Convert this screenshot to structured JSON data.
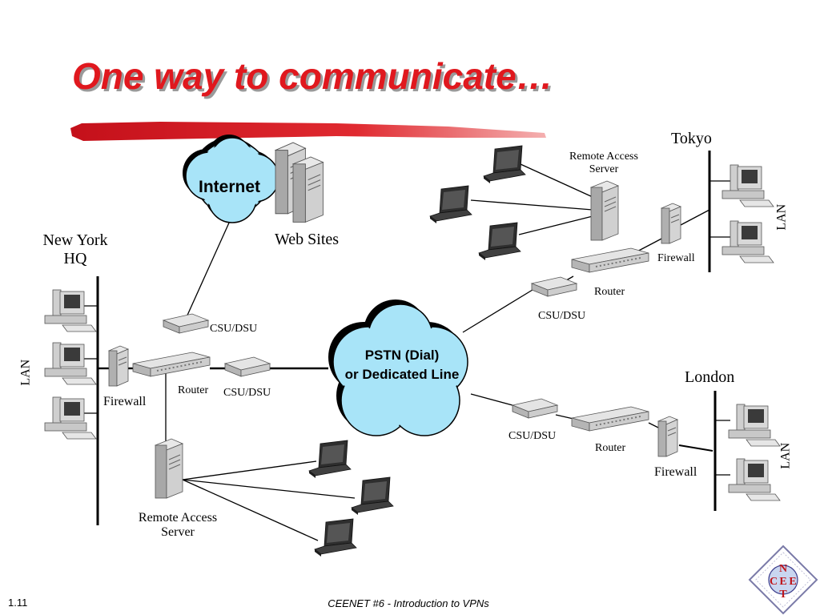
{
  "slide": {
    "title": "One way to communicate…",
    "page_number": "1.11",
    "footer": "CEENET #6 - Introduction to VPNs",
    "logo_letters": [
      "N",
      "C",
      "E",
      "E",
      "T"
    ]
  },
  "colors": {
    "title": "#e0181e",
    "cloud_fill": "#a8e4f8",
    "device_gray": "#bdbdbd"
  },
  "clouds": {
    "internet": "Internet",
    "pstn_line1": "PSTN (Dial)",
    "pstn_line2": "or Dedicated Line"
  },
  "sites": {
    "newyork": {
      "name_line1": "New York",
      "name_line2": "HQ",
      "lan": "LAN",
      "firewall": "Firewall",
      "router": "Router",
      "csu_upper": "CSU/DSU",
      "csu_lower": "CSU/DSU",
      "ras_line1": "Remote Access",
      "ras_line2": "Server"
    },
    "web": {
      "label": "Web Sites"
    },
    "tokyo": {
      "name": "Tokyo",
      "lan": "LAN",
      "firewall": "Firewall",
      "router": "Router",
      "csu": "CSU/DSU",
      "ras_line1": "Remote Access",
      "ras_line2": "Server"
    },
    "london": {
      "name": "London",
      "lan": "LAN",
      "firewall": "Firewall",
      "router": "Router",
      "csu": "CSU/DSU"
    }
  }
}
